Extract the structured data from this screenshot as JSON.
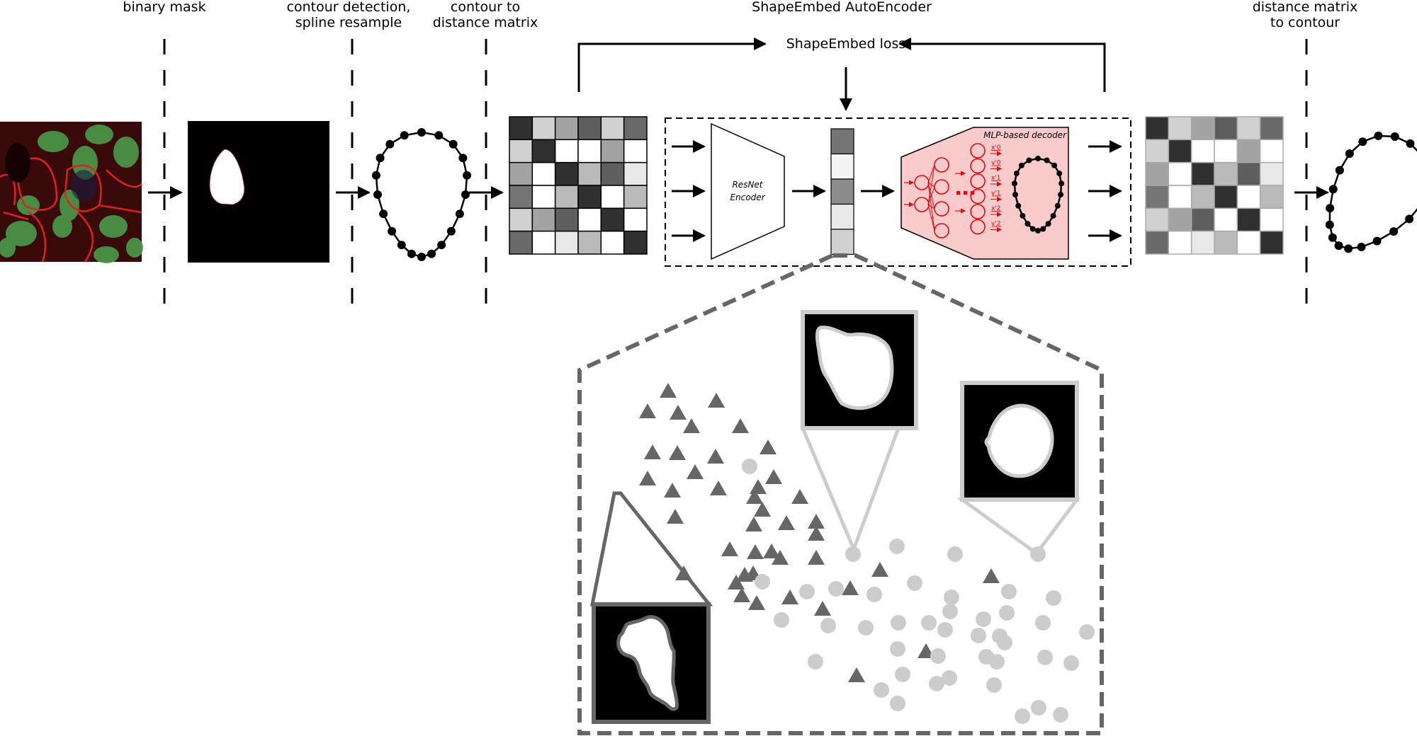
{
  "stages": [
    {
      "id": "binary-mask",
      "lines": [
        "binary mask"
      ]
    },
    {
      "id": "contour-detection",
      "lines": [
        "contour detection,",
        "spline resample"
      ]
    },
    {
      "id": "contour-to-matrix",
      "lines": [
        "contour to",
        "distance matrix"
      ]
    },
    {
      "id": "autoencoder",
      "lines": [
        "ShapeEmbed AutoEncoder"
      ]
    },
    {
      "id": "matrix-to-contour",
      "lines": [
        "distance matrix",
        "to contour"
      ]
    }
  ],
  "loss_label": "ShapeEmbed loss",
  "encoder": {
    "line1": "ResNet",
    "line2": "Encoder"
  },
  "decoder": {
    "title": "MLP-based decoder",
    "outputs": [
      "x'0",
      "y'0",
      "x'1",
      "y'1",
      "x'2",
      "y'2"
    ],
    "color": "#e8000b",
    "fill": "#fbcaca"
  },
  "distance_matrix": [
    [
      0.9,
      0.2,
      0.4,
      0.7,
      0.2,
      0.65
    ],
    [
      0.2,
      0.9,
      0.0,
      0.0,
      0.4,
      0.0
    ],
    [
      0.4,
      0.0,
      0.9,
      0.3,
      0.7,
      0.1
    ],
    [
      0.6,
      0.0,
      0.3,
      0.9,
      0.0,
      0.3
    ],
    [
      0.2,
      0.4,
      0.7,
      0.0,
      0.9,
      0.0
    ],
    [
      0.65,
      0.0,
      0.1,
      0.3,
      0.0,
      0.9
    ]
  ],
  "latent_vector": [
    0.6,
    0.05,
    0.5,
    0.1,
    0.2
  ],
  "colors": {
    "triangle": "#666666",
    "circle": "#cccccc",
    "dashed": "#666666"
  }
}
